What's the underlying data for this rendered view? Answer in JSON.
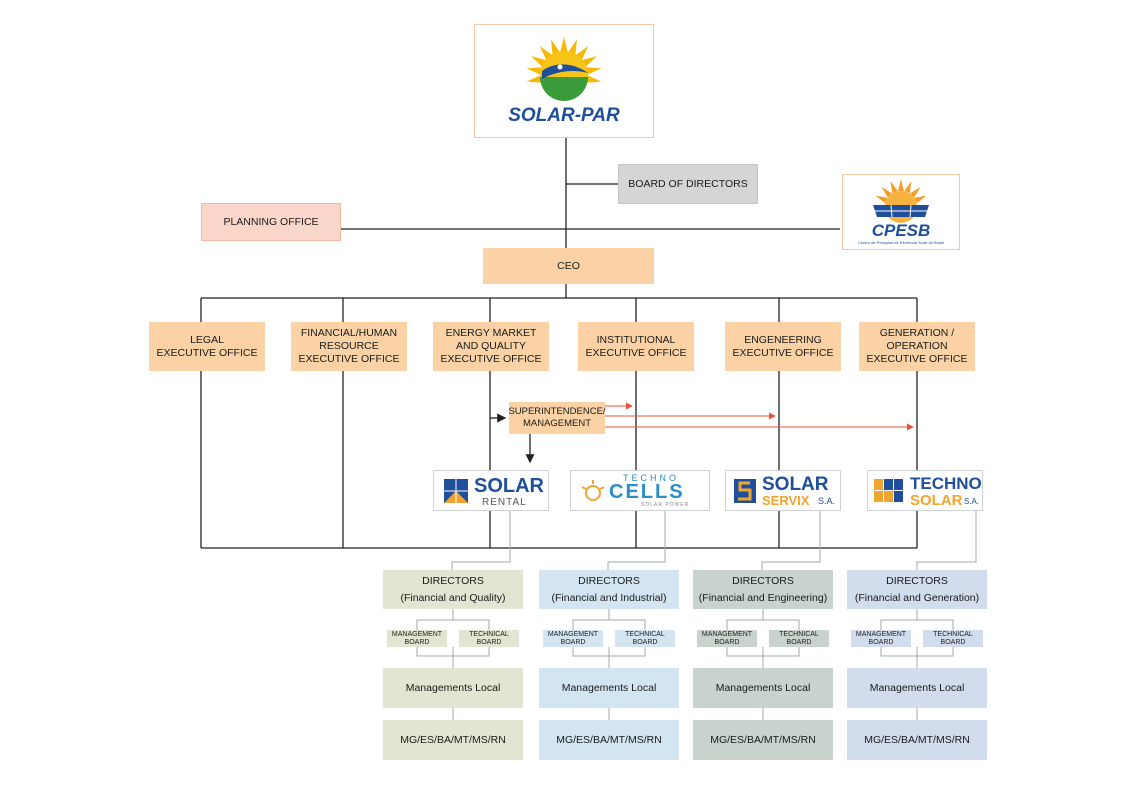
{
  "brand": {
    "solar_par": "SOLAR-PAR",
    "cpesb": "CPESB",
    "cpesb_tagline": "Centro de Pesquisa de Eficiência Solar do Brasil"
  },
  "nodes": {
    "board": "BOARD OF DIRECTORS",
    "planning": "PLANNING OFFICE",
    "ceo": "CEO",
    "superintendence": [
      "SUPERINTENDENCE/",
      "MANAGEMENT"
    ]
  },
  "executive_offices": [
    {
      "lines": [
        "LEGAL",
        "EXECUTIVE OFFICE"
      ]
    },
    {
      "lines": [
        "FINANCIAL/HUMAN",
        "RESOURCE",
        "EXECUTIVE OFFICE"
      ]
    },
    {
      "lines": [
        "ENERGY MARKET",
        "AND QUALITY",
        "EXECUTIVE OFFICE"
      ]
    },
    {
      "lines": [
        "INSTITUTIONAL",
        "EXECUTIVE OFFICE"
      ]
    },
    {
      "lines": [
        "ENGENEERING",
        "EXECUTIVE OFFICE"
      ]
    },
    {
      "lines": [
        "GENERATION /",
        "OPERATION",
        "EXECUTIVE OFFICE"
      ]
    }
  ],
  "companies": [
    {
      "name_main": "SOLAR",
      "name_sub": "RENTAL",
      "icon": "solar-rental-panel-icon",
      "color": "#1f4e9a",
      "accent": "#f0a530"
    },
    {
      "name_main": "CELLS",
      "name_top": "TECHNO",
      "name_sub": "SOLAR POWER",
      "icon": "techno-cells-sun-icon",
      "color": "#2a8fc8",
      "accent": "#f0a530"
    },
    {
      "name_main": "SOLAR",
      "name_sub": "SERVIX",
      "suffix": "S.A.",
      "icon": "solar-servix-s-icon",
      "color": "#1f4e9a",
      "accent": "#f0a530"
    },
    {
      "name_main": "TECHNO",
      "name_sub": "SOLAR",
      "suffix": "S.A.",
      "icon": "techno-solar-grid-icon",
      "color": "#1f4e9a",
      "accent": "#f0a530"
    }
  ],
  "divisions": [
    {
      "directors": "DIRECTORS",
      "scope": "(Financial and Quality)",
      "mgmt_board": [
        "MANAGEMENT",
        "BOARD"
      ],
      "tech_board": [
        "TECHNICAL",
        "BOARD"
      ],
      "local": "Managements Local",
      "regions": "MG/ES/BA/MT/MS/RN"
    },
    {
      "directors": "DIRECTORS",
      "scope": "(Financial and Industrial)",
      "mgmt_board": [
        "MANAGEMENT",
        "BOARD"
      ],
      "tech_board": [
        "TECHNICAL",
        "BOARD"
      ],
      "local": "Managements Local",
      "regions": "MG/ES/BA/MT/MS/RN"
    },
    {
      "directors": "DIRECTORS",
      "scope": "(Financial and Engineering)",
      "mgmt_board": [
        "MANAGEMENT",
        "BOARD"
      ],
      "tech_board": [
        "TECHNICAL",
        "BOARD"
      ],
      "local": "Managements Local",
      "regions": "MG/ES/BA/MT/MS/RN"
    },
    {
      "directors": "DIRECTORS",
      "scope": "(Financial and Generation)",
      "mgmt_board": [
        "MANAGEMENT",
        "BOARD"
      ],
      "tech_board": [
        "TECHNICAL",
        "BOARD"
      ],
      "local": "Managements Local",
      "regions": "MG/ES/BA/MT/MS/RN"
    }
  ],
  "colors": {
    "exec_fill": "#fbd2a6",
    "arrow_red": "#e8553a",
    "division_fills": [
      "#e2e5d1",
      "#d3e5f1",
      "#c9d3cd",
      "#d1dcec"
    ]
  }
}
